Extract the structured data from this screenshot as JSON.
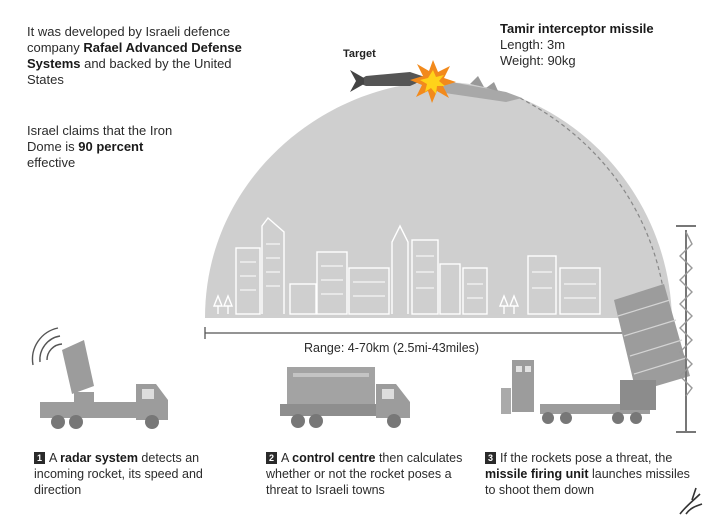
{
  "intro": {
    "pre": "It was developed by Israeli defence company ",
    "bold": "Rafael Advanced Defense Systems",
    "post": " and backed by the United States"
  },
  "claim": {
    "pre": "Israel claims that the Iron Dome is ",
    "bold": "90 percent",
    "post": " effective"
  },
  "missile": {
    "title": "Tamir interceptor missile",
    "length": "Length: 3m",
    "weight": "Weight: 90kg"
  },
  "target_label": "Target",
  "range_label": "Range: 4-70km (2.5mi-43miles)",
  "steps": [
    {
      "num": "1",
      "pre": "A ",
      "bold": "radar system",
      "post": " detects an incoming rocket, its speed and direction"
    },
    {
      "num": "2",
      "pre": "A ",
      "bold": "control centre",
      "post": " then calculates whether or not the rocket poses a threat to Israeli towns"
    },
    {
      "num": "3",
      "pre": "If the rockets pose a threat, the ",
      "bold": "missile firing unit",
      "post": " launches missiles to shoot them down"
    }
  ],
  "icons": {
    "radar": "radar-truck-icon",
    "control": "control-centre-truck-icon",
    "launcher": "missile-launcher-icon",
    "explosion": "explosion-icon",
    "logo": "publisher-logo-icon"
  },
  "colors": {
    "dome": "#cfcfcf",
    "vehicle": "#9c9c9c",
    "explosion_outer": "#f28a1c",
    "explosion_inner": "#ffd21a",
    "text": "#2b2b2b"
  }
}
